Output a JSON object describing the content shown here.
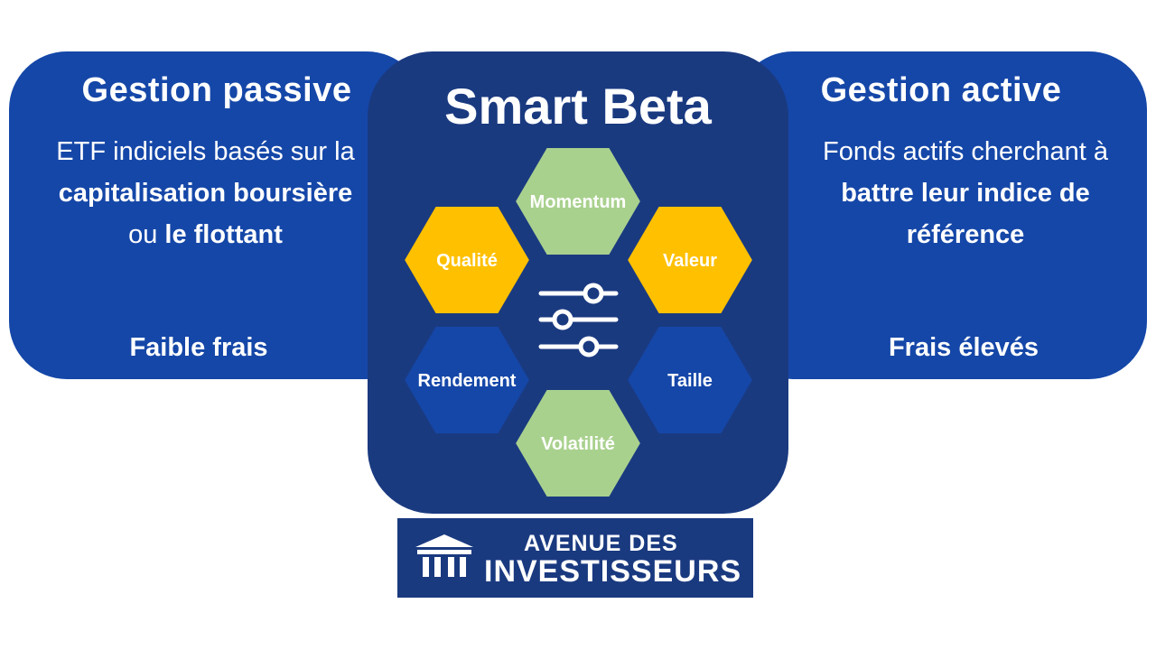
{
  "colors": {
    "side_panel": "#1547a8",
    "center_panel": "#1a3a80",
    "hex_green": "#a9d18e",
    "hex_yellow": "#ffc000",
    "hex_blue": "#1547a8",
    "text": "#ffffff"
  },
  "left_panel": {
    "title": "Gestion passive",
    "description_parts": [
      {
        "text": "ETF indiciels basés sur la ",
        "bold": false
      },
      {
        "text": "capitalisation boursière",
        "bold": true
      },
      {
        "text": " ou ",
        "bold": false
      },
      {
        "text": "le flottant",
        "bold": true
      }
    ],
    "fees": "Faible frais"
  },
  "center_panel": {
    "title": "Smart Beta",
    "center_icon": "sliders-icon",
    "factors": [
      {
        "label": "Momentum",
        "color": "#a9d18e"
      },
      {
        "label": "Qualité",
        "color": "#ffc000"
      },
      {
        "label": "Valeur",
        "color": "#ffc000"
      },
      {
        "label": "Rendement",
        "color": "#1547a8"
      },
      {
        "label": "Taille",
        "color": "#1547a8"
      },
      {
        "label": "Volatilité",
        "color": "#a9d18e"
      }
    ]
  },
  "right_panel": {
    "title": "Gestion active",
    "description_parts": [
      {
        "text": "Fonds actifs cherchant à ",
        "bold": false
      },
      {
        "text": "battre leur indice de référence",
        "bold": true
      }
    ],
    "fees": "Frais élevés"
  },
  "logo": {
    "icon": "bank-building-icon",
    "line1": "AVENUE DES",
    "line2": "INVESTISSEURS"
  }
}
